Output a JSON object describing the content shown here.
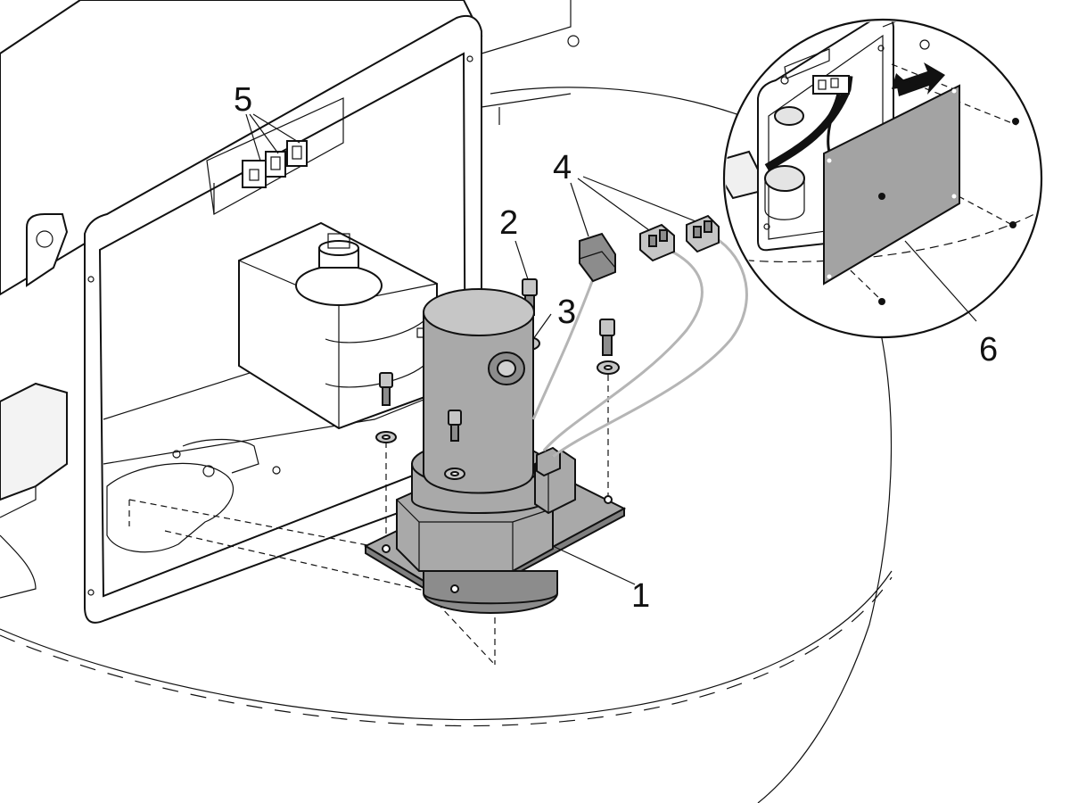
{
  "callouts": [
    {
      "id": "1",
      "text": "1"
    },
    {
      "id": "2",
      "text": "2"
    },
    {
      "id": "3",
      "text": "3"
    },
    {
      "id": "4",
      "text": "4"
    },
    {
      "id": "5",
      "text": "5"
    },
    {
      "id": "6",
      "text": "6"
    }
  ],
  "colors": {
    "line": "#111111",
    "part_fill": "#a9a9a9",
    "panel_fill": "#a3a3a3",
    "background": "#ffffff"
  }
}
